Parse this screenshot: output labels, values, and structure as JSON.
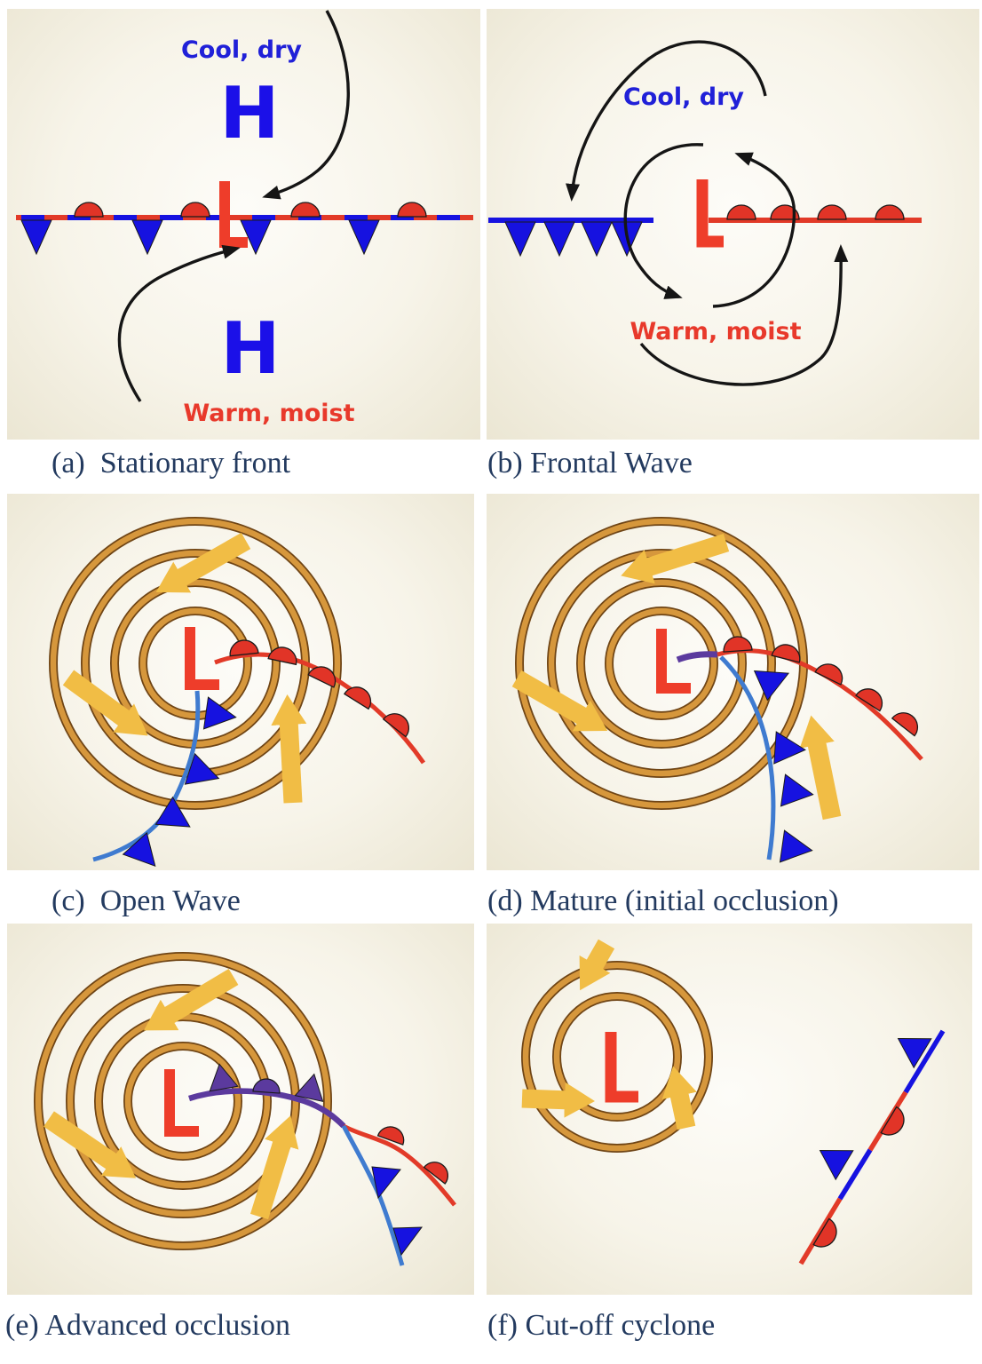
{
  "figure": {
    "colors": {
      "cold_front_blue": "#1612e0",
      "cold_front_curve_blue": "#3f7bd0",
      "warm_front_red": "#e23a28",
      "occluded_front_purple": "#5b3a9e",
      "isobar_fill_tan": "#d6973c",
      "isobar_edge_brown": "#6f4516",
      "wind_arrow_yellow": "#f1bd45",
      "flow_arrow_black": "#151515",
      "high_symbol_blue": "#1b10e8",
      "low_symbol_red": "#ee3d2a",
      "cool_label_blue": "#2020d8",
      "warm_label_red": "#e8392b",
      "caption_navy": "#233a5f",
      "panel_background": "#f1eddd"
    },
    "panels": {
      "a": {
        "caption": "(a)  Stationary front",
        "labels": {
          "cool_air": "Cool, dry",
          "warm_air": "Warm, moist",
          "high_north": "H",
          "high_south": "H",
          "low": "L"
        }
      },
      "b": {
        "caption": "(b) Frontal Wave",
        "labels": {
          "cool_air": "Cool, dry",
          "warm_air": "Warm, moist",
          "low": "L"
        }
      },
      "c": {
        "caption": "(c)  Open Wave",
        "labels": {
          "low": "L"
        }
      },
      "d": {
        "caption": "(d) Mature (initial occlusion)",
        "labels": {
          "low": "L"
        }
      },
      "e": {
        "caption": "(e) Advanced occlusion",
        "labels": {
          "low": "L"
        }
      },
      "f": {
        "caption": "(f) Cut-off cyclone",
        "labels": {
          "low": "L"
        }
      }
    }
  }
}
